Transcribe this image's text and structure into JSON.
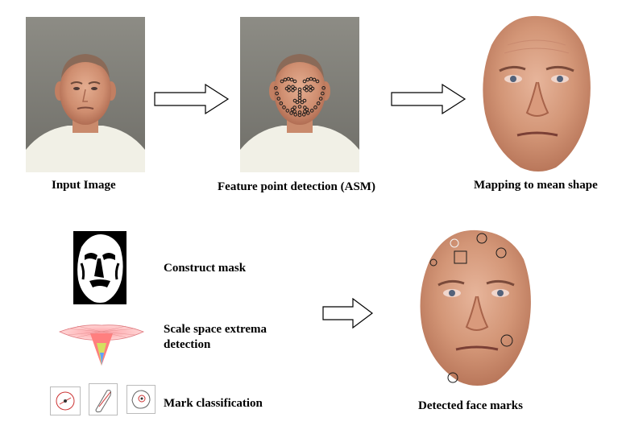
{
  "steps": {
    "input": {
      "label": "Input Image"
    },
    "asm": {
      "label": "Feature point detection (ASM)"
    },
    "mean_shape": {
      "label": "Mapping to mean shape"
    },
    "mask": {
      "label": "Construct mask"
    },
    "extrema": {
      "label_line1": "Scale space extrema",
      "label_line2": "detection"
    },
    "classification": {
      "label": "Mark classification"
    },
    "detected": {
      "label": "Detected face marks"
    }
  },
  "icons": [
    "arrow-right-icon",
    "face-photo",
    "face-mask",
    "extrema-surface",
    "mark-thumbnail"
  ]
}
